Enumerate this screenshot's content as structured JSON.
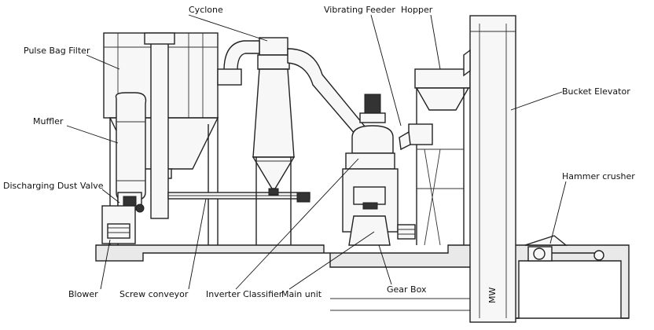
{
  "labels": {
    "cyclone": "Cyclone",
    "vibrating_feeder": "Vibrating Feeder",
    "hopper": "Hopper",
    "pulse_bag_filter": "Pulse Bag Filter",
    "bucket_elevator": "Bucket Elevator",
    "muffler": "Muffler",
    "discharging_dust_valve": "Discharging Dust Valve",
    "hammer_crusher": "Hammer crusher",
    "blower": "Blower",
    "screw_conveyor": "Screw conveyor",
    "inverter_classifier": "Inverter Classifier",
    "main_unit": "Main unit",
    "gear_box": "Gear Box",
    "elevator_mark": "MW"
  }
}
